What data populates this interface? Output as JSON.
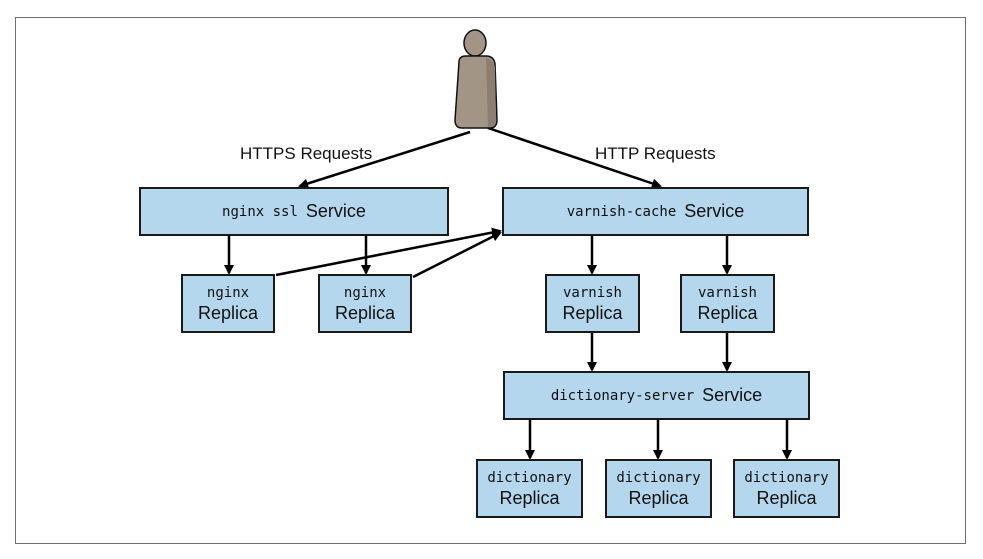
{
  "labels": {
    "https_requests": "HTTPS Requests",
    "http_requests": "HTTP Requests"
  },
  "services": {
    "nginx": {
      "name": "nginx ssl",
      "kind": "Service"
    },
    "varnish": {
      "name": "varnish-cache",
      "kind": "Service"
    },
    "dictionary": {
      "name": "dictionary-server",
      "kind": "Service"
    }
  },
  "replicas": {
    "nginx": [
      {
        "name": "nginx",
        "kind": "Replica"
      },
      {
        "name": "nginx",
        "kind": "Replica"
      }
    ],
    "varnish": [
      {
        "name": "varnish",
        "kind": "Replica"
      },
      {
        "name": "varnish",
        "kind": "Replica"
      }
    ],
    "dictionary": [
      {
        "name": "dictionary",
        "kind": "Replica"
      },
      {
        "name": "dictionary",
        "kind": "Replica"
      },
      {
        "name": "dictionary",
        "kind": "Replica"
      }
    ]
  },
  "colors": {
    "box_fill": "#b4d7ee",
    "box_border": "#1a1a1a",
    "person": "#a39585"
  },
  "icons": {
    "user": "person-icon"
  }
}
